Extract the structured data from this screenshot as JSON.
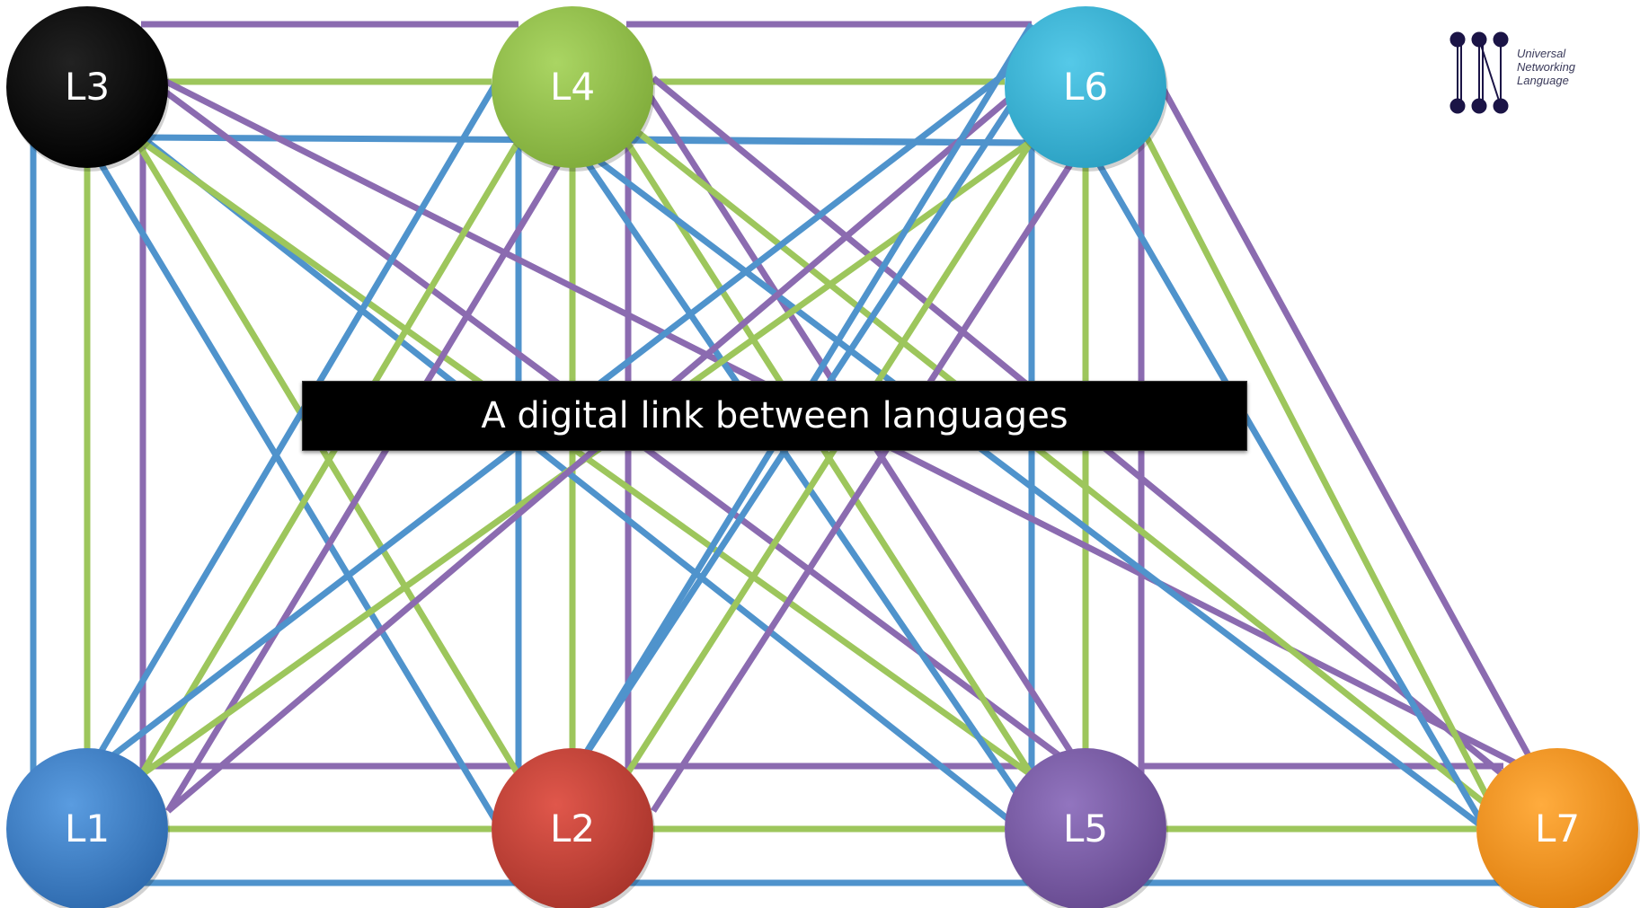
{
  "diagram": {
    "title_banner": "A digital link between languages",
    "nodes": [
      {
        "id": "L1",
        "label": "L1",
        "color": "#3f7fc6"
      },
      {
        "id": "L2",
        "label": "L2",
        "color": "#c9453a"
      },
      {
        "id": "L3",
        "label": "L3",
        "color": "#000000"
      },
      {
        "id": "L4",
        "label": "L4",
        "color": "#96c24e"
      },
      {
        "id": "L5",
        "label": "L5",
        "color": "#7b5ea7"
      },
      {
        "id": "L6",
        "label": "L6",
        "color": "#3cb7d8"
      },
      {
        "id": "L7",
        "label": "L7",
        "color": "#f5961e"
      }
    ],
    "edge_colors": {
      "blue": "#4f93cc",
      "green": "#9dc65c",
      "purple": "#8b6bb0"
    }
  },
  "logo": {
    "line1": "Universal",
    "line2": "Networking",
    "line3": "Language",
    "mark_color": "#1b1446"
  }
}
